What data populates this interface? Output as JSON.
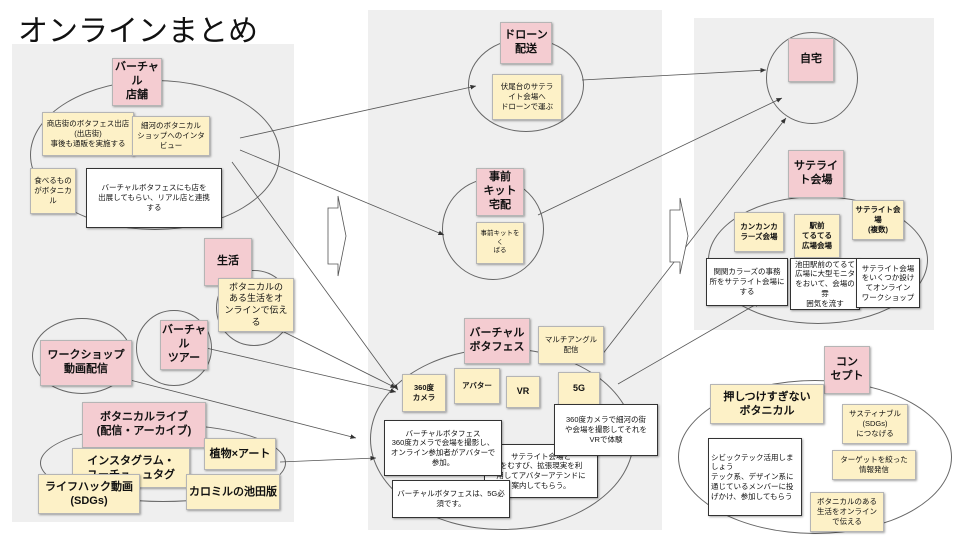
{
  "title": "オンラインまとめ",
  "colors": {
    "panel": "#efefef",
    "pink": "#f4ccd1",
    "yellow": "#fdf1c7",
    "white": "#ffffff"
  },
  "left": {
    "virtual_store": "バーチャル\n店舗",
    "notes": [
      "商店街のボタフェス出店(出店街)\n事後も通販を実施する",
      "細河のボタニカル\nショップへのインタ\nビュー",
      "食べるもの\nがボタニカ\nル",
      "バーチャルボタフェスにも店を\n出展してもらい、リアル店と連携\nする"
    ],
    "life": "生活",
    "life_note": "ボタニカルの\nある生活をオ\nンラインで伝え\nる",
    "virtual_tour": "バーチャ\nル\nツアー",
    "workshop": "ワークショップ\n動画配信",
    "botanical_live": "ボタニカルライブ\n(配信・アーカイブ)",
    "instagram": "インスタグラム・\nユーチュ　ュタグ",
    "plant_art": "植物×アート",
    "lifehack": "ライフハック動画\n(SDGs)",
    "calomil": "カロミルの池田版"
  },
  "middle": {
    "drone": "ドローン\n配送",
    "drone_note": "伏尾台のサテラ\nイト会場へ\nドローンで運ぶ",
    "kit": "事前\nキット\n宅配",
    "kit_note": "事前キットをく\nばる",
    "botafes": "バーチャル\nボタフェス",
    "multi_angle": "マルチアングル\n配信",
    "camera360": "360度\nカメラ",
    "avatar": "アバター",
    "vr": "VR",
    "g5": "5G",
    "note_5g_camera": "360度カメラで細河の街\nや会場を撮影してそれを\nVRで体験",
    "note_virtual": "バーチャルボタフェス\n360度カメラで会場を撮影し、\nオンライン参加者がアバターで\n参加。",
    "note_satellite": "サテライト会場と\nをむすび、拡張現実を利\n用してアバターアテンドに\n案内してもらう。",
    "note_5g": "バーチャルボタフェスは、5G必\n須です。"
  },
  "right": {
    "home": "自宅",
    "satellite": "サテライ\nト会場",
    "kankan": "カンカンカ\nラーズ会場",
    "station": "駅前\nてるてる\n広場会場",
    "satellite_plural": "サテライト会\n場\n(複数)",
    "note_kankan": "関関カラーズの事務\n所をサテライト会場に\nする",
    "note_station": "池田駅前のてるて\n広場に大型モニタ\nをおいて、会場の雰\n囲気を流す",
    "note_multi": "サテライト会場\nをいくつか設け\nてオンライン\nワークショップ",
    "concept": "コン\nセプト",
    "concept_main": "押しつけすぎない\nボタニカル",
    "sustainable": "サスティナブル\n(SDGs)\nにつなげる",
    "civic": "シビックテック活用しま\nしょう\nテック系、デザイン系に\n通じているメンバーに投\nげかけ、参加してもらう",
    "target": "ターゲットを絞った\n情報発信",
    "botanical_life": "ボタニカルのある\n生活をオンライン\nで伝える"
  }
}
